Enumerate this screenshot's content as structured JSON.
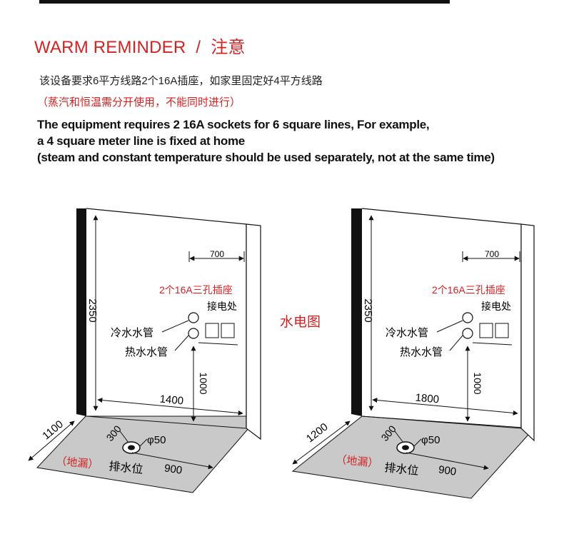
{
  "header": {
    "title_en": "WARM REMINDER",
    "title_sep": "/",
    "title_cn": "注意"
  },
  "notes": {
    "cn_line1": "该设备要求6平方线路2个16A插座，如家里固定好4平方线路",
    "cn_line2": "（蒸汽和恒温需分开使用，不能同时进行）",
    "en_line1": "The equipment requires 2 16A sockets for 6 square lines, For example,",
    "en_line2": "a 4 square meter line is fixed at home",
    "en_line3": "(steam and constant temperature should be used separately, not at the same time)"
  },
  "center_label": "水电图",
  "left_diagram": {
    "height": "2350",
    "socket_spacing": "700",
    "socket_label": "2个16A三孔插座",
    "power_label": "接电处",
    "cold_pipe": "冷水水管",
    "hot_pipe": "热水水管",
    "socket_height": "1000",
    "width": "1400",
    "depth": "1100",
    "drain_offset": "300",
    "drain_diameter": "φ50",
    "drain_label_red": "（地漏）",
    "drain_label": "排水位",
    "drain_distance": "900"
  },
  "right_diagram": {
    "height": "2350",
    "socket_spacing": "700",
    "socket_label": "2个16A三孔插座",
    "power_label": "接电处",
    "cold_pipe": "冷水水管",
    "hot_pipe": "热水水管",
    "socket_height": "1000",
    "width": "1800",
    "depth": "1200",
    "drain_offset": "300",
    "drain_diameter": "φ50",
    "drain_label_red": "（地漏）",
    "drain_label": "排水位",
    "drain_distance": "900"
  },
  "colors": {
    "accent_red": "#d42222",
    "floor_gray": "#c9c9c9",
    "line_dark": "#111111"
  }
}
